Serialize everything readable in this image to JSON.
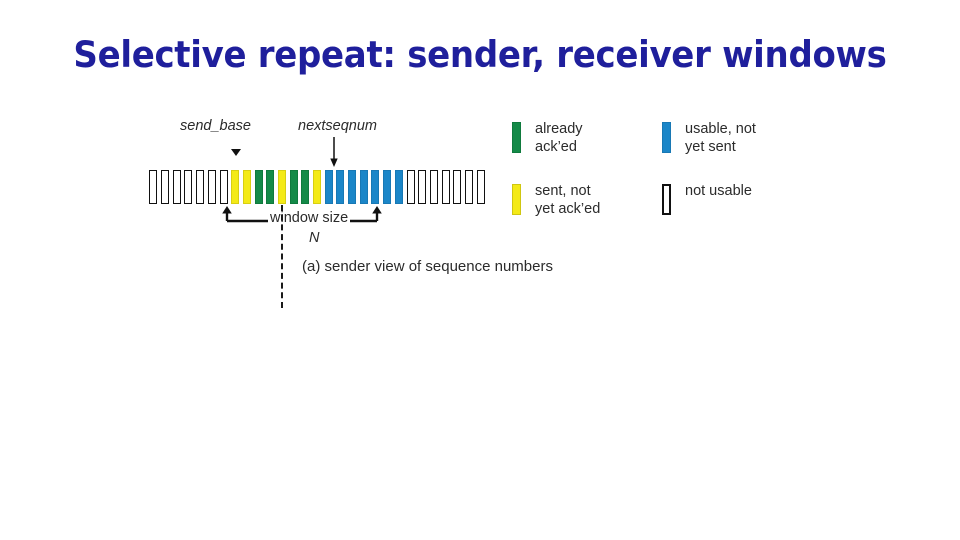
{
  "slide": {
    "title": "Selective repeat: sender, receiver windows",
    "title_color": "#1f1f9c",
    "background": "#ffffff"
  },
  "figure": {
    "caption": "(a) sender view of sequence numbers",
    "pointers": {
      "send_base_label": "send_base",
      "send_base_marker_icon": "down-triangle-marker-icon",
      "nextseqnum_label": "nextseqnum",
      "nextseqnum_marker_icon": "down-arrow-icon"
    },
    "window": {
      "label": "window size",
      "size_symbol": "N",
      "left_arrow_icon": "bracket-left-arrow-icon",
      "right_arrow_icon": "bracket-right-arrow-icon",
      "window_length": 15
    },
    "divider_icon": "dashed-vertical-divider-icon",
    "colors": {
      "already_acked": "#148a48",
      "sent_not_yet_acked": "#f4ea17",
      "usable_not_yet_sent": "#1b86c8",
      "not_usable": "#ffffff",
      "outline": "#111111"
    },
    "sequence_cells": [
      "white",
      "white",
      "white",
      "white",
      "white",
      "white",
      "white",
      "yellow",
      "yellow",
      "green",
      "green",
      "yellow",
      "green",
      "green",
      "yellow",
      "blue",
      "blue",
      "blue",
      "blue",
      "blue",
      "blue",
      "blue",
      "white",
      "white",
      "white",
      "white",
      "white",
      "white",
      "white"
    ]
  },
  "legend": {
    "columns": [
      {
        "items": [
          {
            "swatch": "green",
            "line1": "already",
            "line2": "ack’ed"
          },
          {
            "swatch": "yellow",
            "line1": "sent, not",
            "line2": "yet ack’ed"
          }
        ]
      },
      {
        "items": [
          {
            "swatch": "blue",
            "line1": "usable, not",
            "line2": "yet sent"
          },
          {
            "swatch": "white",
            "line1": "not usable",
            "line2": ""
          }
        ]
      }
    ]
  }
}
